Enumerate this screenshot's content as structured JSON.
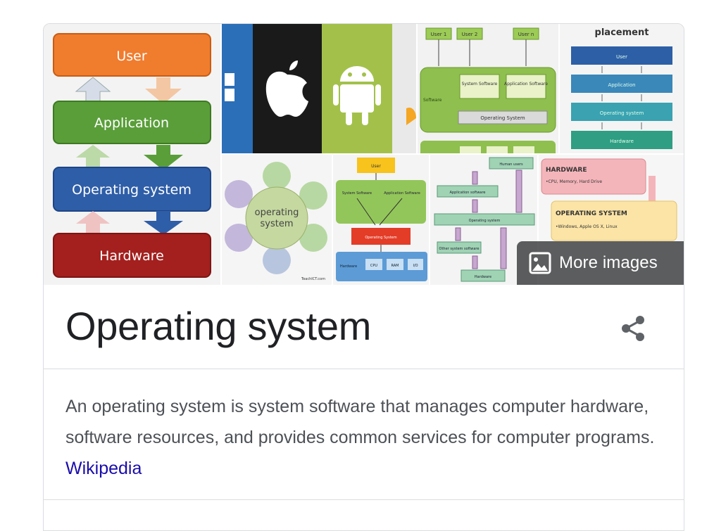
{
  "knowledge_panel": {
    "title": "Operating system",
    "description": "An operating system is system software that manages computer hardware, software resources, and provides common services for computer programs.",
    "source_link": "Wikipedia",
    "more_images_label": "More images"
  },
  "thumbnails": {
    "layers": {
      "user": "User",
      "application": "Application",
      "os": "Operating system",
      "hardware": "Hardware"
    },
    "placement": {
      "title": "placement",
      "user": "User",
      "application": "Application",
      "os": "Operating system",
      "hardware": "Hardware"
    },
    "software_diagram": {
      "user1": "User 1",
      "user2": "User 2",
      "usern": "User n",
      "system_software": "System Software",
      "application_software": "Application Software",
      "operating_system": "Operating System",
      "software": "Software"
    },
    "circle": {
      "center": "operating system",
      "watermark": "TeachICT.com"
    },
    "stack": {
      "user": "User",
      "system_software": "System Software",
      "application_software": "Application Software",
      "operating_system": "Operating System",
      "hardware": "Hardware",
      "cpu": "CPU",
      "ram": "RAM",
      "io": "I/O"
    },
    "flow": {
      "human_users": "Human users",
      "application_software": "Application software",
      "operating_system": "Operating system",
      "other_system_software": "Other system software",
      "hardware": "Hardware"
    },
    "hw_os": {
      "hardware_title": "HARDWARE",
      "hardware_sub": "•CPU, Memory, Hard Drive",
      "os_title": "OPERATING SYSTEM",
      "os_sub": "•Windows, Apple OS X, Linux"
    }
  }
}
